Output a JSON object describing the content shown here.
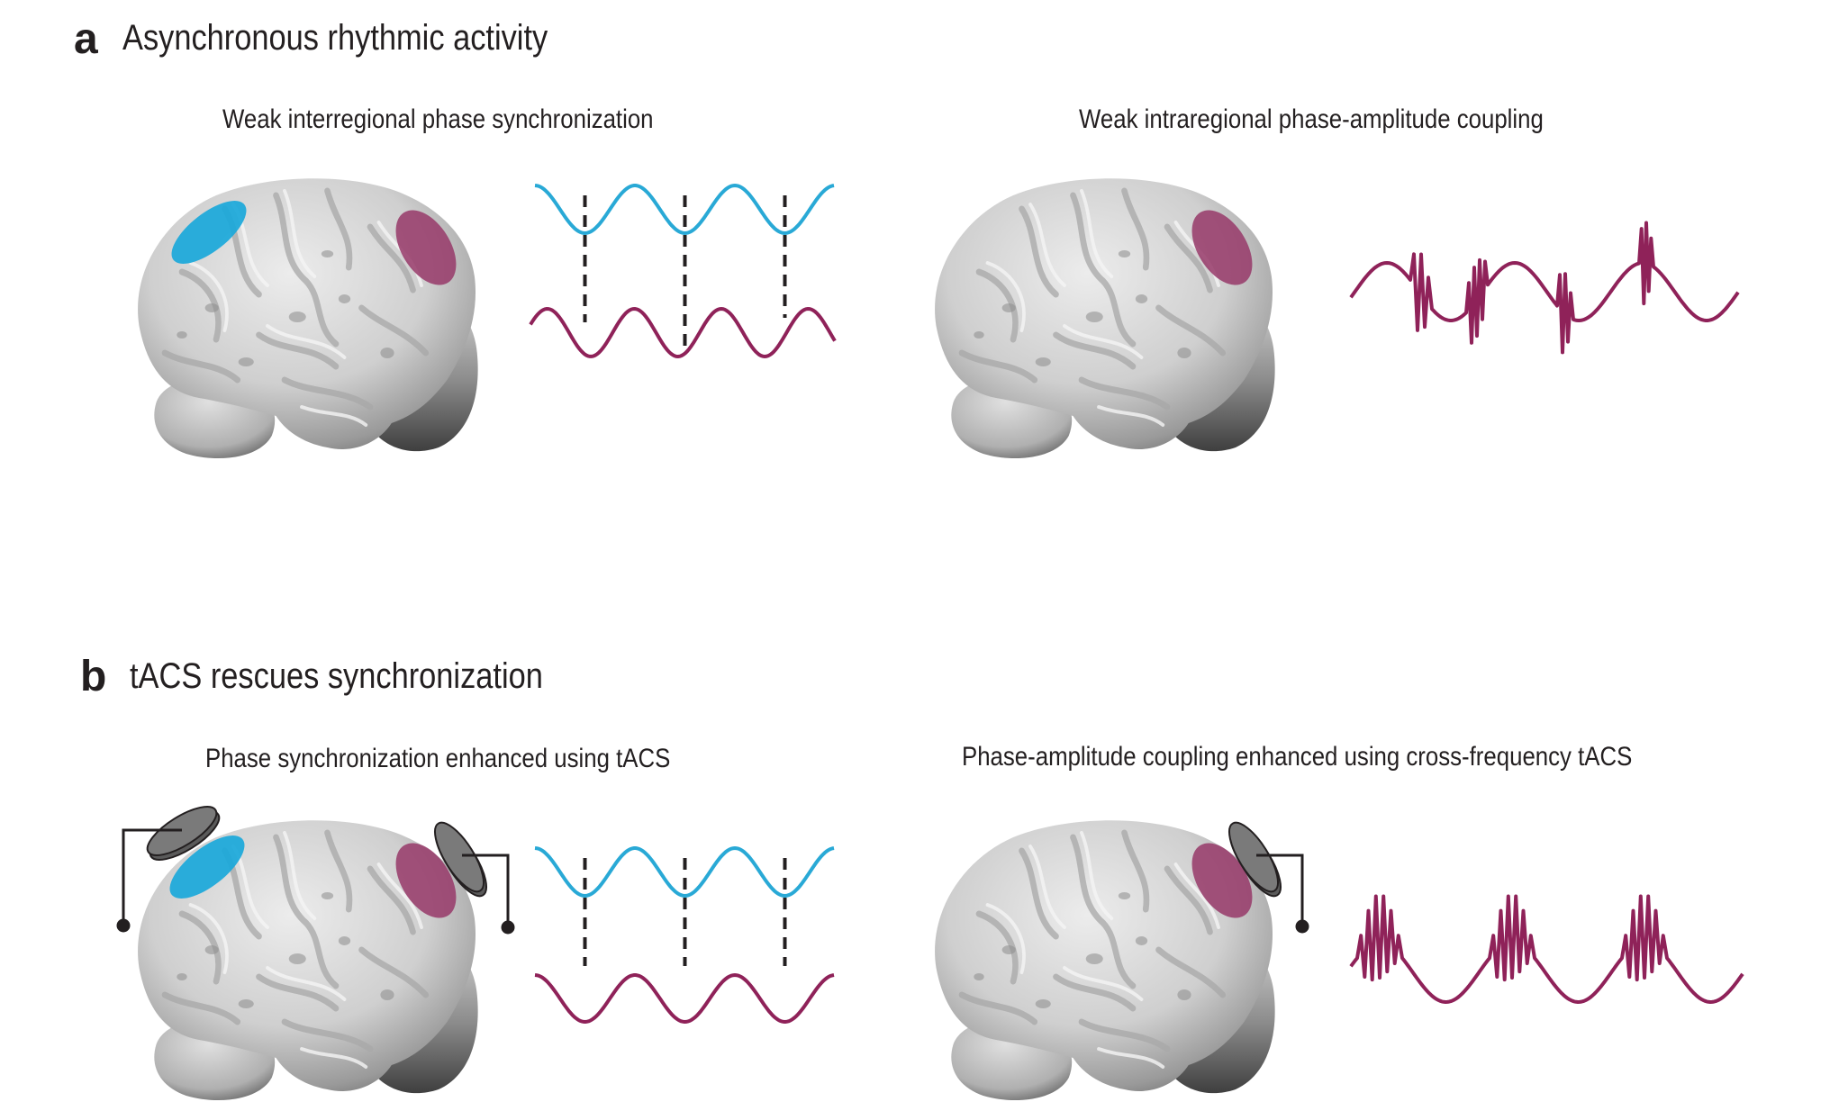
{
  "colors": {
    "text": "#231f20",
    "blue_region": "#1aa8da",
    "magenta_region": "#963868",
    "blue_wave": "#29a9d6",
    "magenta_wave": "#8f2259",
    "electrode": "#7a7a7a",
    "wire": "#231f20",
    "brain_light": "#d9d9d9",
    "brain_dark": "#5a5a5a"
  },
  "panels": [
    {
      "letter": "a",
      "title": "Asynchronous rhythmic activity",
      "subpanels": [
        {
          "subtitle": "Weak interregional phase synchronization",
          "regions": [
            "blue",
            "magenta"
          ],
          "electrodes": [],
          "waveform": "interregional-asynchronous",
          "top_wave_cycles": 3,
          "bottom_wave_cycles": 3.5,
          "phase_alignment_lines": 3
        },
        {
          "subtitle": "Weak intraregional phase-amplitude coupling",
          "regions": [
            "magenta"
          ],
          "electrodes": [],
          "waveform": "weak-phase-amplitude-coupling",
          "slow_wave_cycles": 3,
          "bursts": 4
        }
      ]
    },
    {
      "letter": "b",
      "title": "tACS rescues synchronization",
      "subpanels": [
        {
          "subtitle": "Phase synchronization enhanced using tACS",
          "regions": [
            "blue",
            "magenta"
          ],
          "electrodes": [
            "frontal",
            "parietal"
          ],
          "waveform": "interregional-synchronous",
          "top_wave_cycles": 3,
          "bottom_wave_cycles": 3,
          "phase_alignment_lines": 3
        },
        {
          "subtitle": "Phase-amplitude coupling enhanced using cross-frequency tACS",
          "regions": [
            "magenta"
          ],
          "electrodes": [
            "parietal"
          ],
          "waveform": "strong-phase-amplitude-coupling",
          "slow_wave_cycles": 3,
          "bursts": 3
        }
      ]
    }
  ]
}
